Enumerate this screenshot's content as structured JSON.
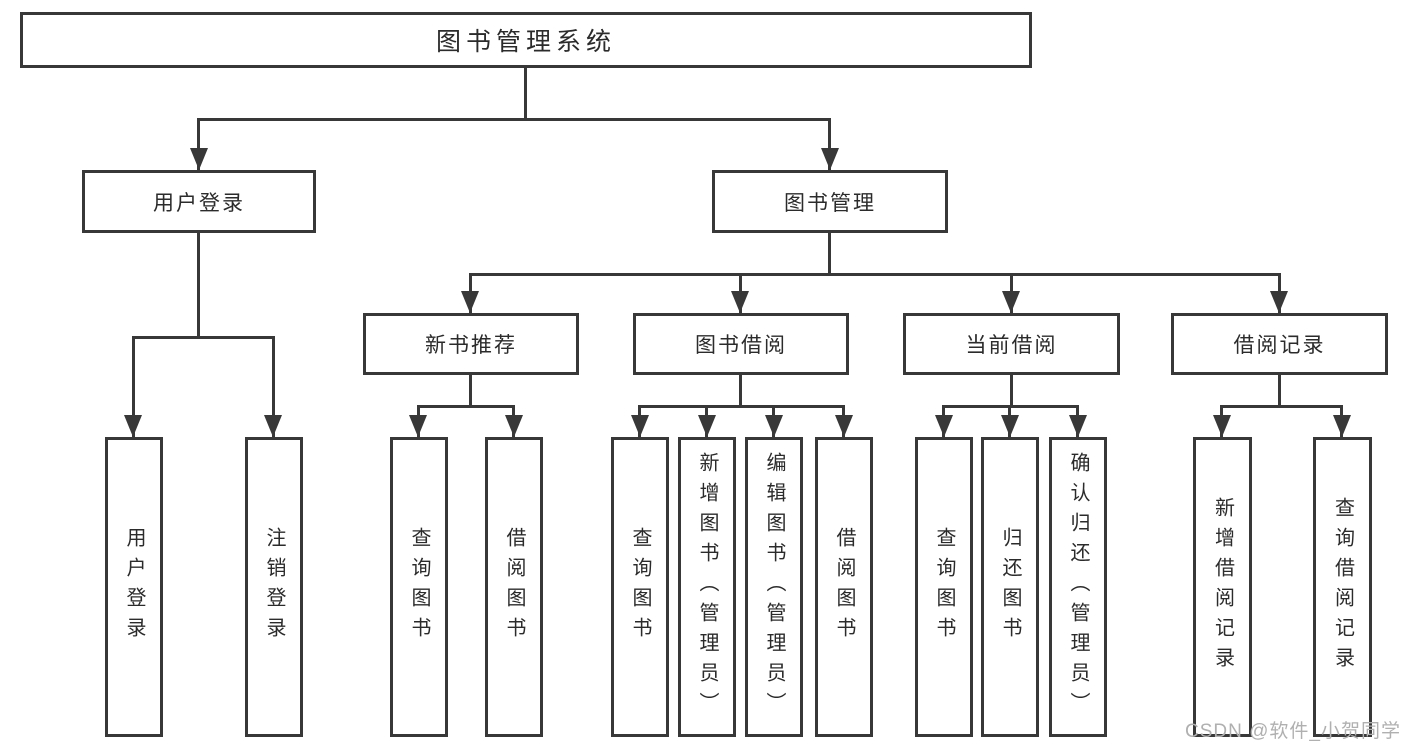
{
  "diagram": {
    "root": {
      "label": "图书管理系统"
    },
    "level2": [
      {
        "label": "用户登录"
      },
      {
        "label": "图书管理"
      }
    ],
    "level3": [
      {
        "label": "新书推荐"
      },
      {
        "label": "图书借阅"
      },
      {
        "label": "当前借阅"
      },
      {
        "label": "借阅记录"
      }
    ],
    "leaves": {
      "user_login": [
        "用户登录",
        "注销登录"
      ],
      "new_book_recommend": [
        "查询图书",
        "借阅图书"
      ],
      "book_borrow": [
        "查询图书",
        "新增图书（管理员）",
        "编辑图书（管理员）",
        "借阅图书"
      ],
      "current_borrow": [
        "查询图书",
        "归还图书",
        "确认归还（管理员）"
      ],
      "borrow_record": [
        "新增借阅记录",
        "查询借阅记录"
      ]
    }
  },
  "watermark": {
    "text": "CSDN @软件_小贺同学"
  },
  "colors": {
    "line": "#383838",
    "text": "#2b2b2b",
    "watermark": "#b0b0b0",
    "background": "#ffffff"
  }
}
